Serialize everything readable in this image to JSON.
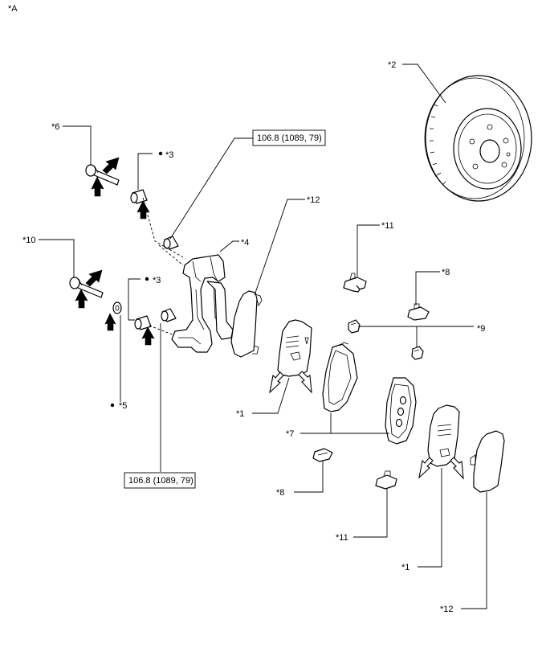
{
  "corner_label": "*A",
  "labels": {
    "l1a": "*1",
    "l1b": "*1",
    "l2": "*2",
    "l3a": "*3",
    "l3b": "*3",
    "l4": "*4",
    "l5": "*5",
    "l6": "*6",
    "l7": "*7",
    "l8a": "*8",
    "l8b": "*8",
    "l9": "*9",
    "l10": "*10",
    "l11a": "*11",
    "l11b": "*11",
    "l12a": "*12",
    "l12b": "*12"
  },
  "torque": {
    "upper": "106.8 (1089, 79)",
    "lower": "106.8 (1089, 79)"
  }
}
